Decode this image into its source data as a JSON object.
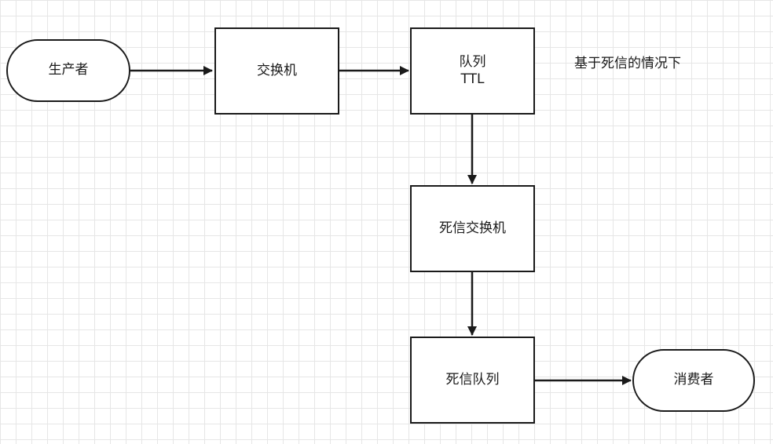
{
  "diagram": {
    "nodes": {
      "producer": {
        "label": "生产者"
      },
      "exchange": {
        "label": "交换机"
      },
      "queue_ttl": {
        "label": "队列",
        "sublabel": "TTL"
      },
      "dead_letter_exchange": {
        "label": "死信交换机"
      },
      "dead_letter_queue": {
        "label": "死信队列"
      },
      "consumer": {
        "label": "消费者"
      }
    },
    "note": "基于死信的情况下",
    "edges": [
      {
        "from": "producer",
        "to": "exchange"
      },
      {
        "from": "exchange",
        "to": "queue_ttl"
      },
      {
        "from": "queue_ttl",
        "to": "dead_letter_exchange"
      },
      {
        "from": "dead_letter_exchange",
        "to": "dead_letter_queue"
      },
      {
        "from": "dead_letter_queue",
        "to": "consumer"
      }
    ],
    "colors": {
      "stroke": "#1a1a1a",
      "grid": "#e6e6e6",
      "background": "#ffffff"
    }
  }
}
